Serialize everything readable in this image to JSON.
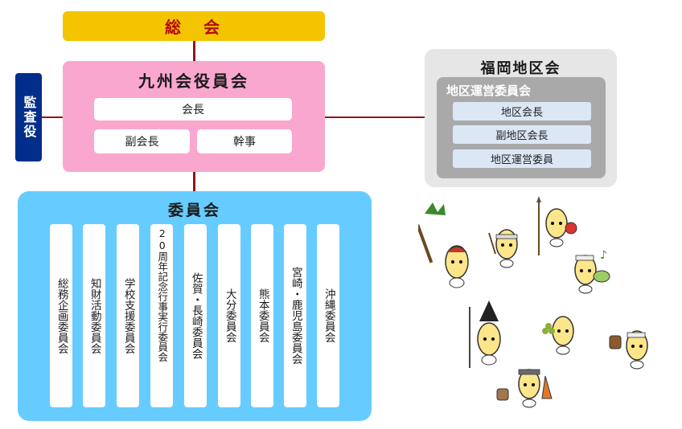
{
  "general_meeting": {
    "label": "総　会"
  },
  "auditor": {
    "label": "監査役"
  },
  "officers": {
    "title": "九州会役員会",
    "president": "会長",
    "vice_president": "副会長",
    "secretary": "幹事"
  },
  "district": {
    "title": "福岡地区会",
    "committee_title": "地区運営委員会",
    "members": [
      "地区会長",
      "副地区会長",
      "地区運営委員"
    ]
  },
  "committees": {
    "title": "委員会",
    "items": [
      "総務企画委員会",
      "知財活動委員会",
      "学校支援委員会",
      "20周年記念行事実行委員会",
      "佐賀・長崎委員会",
      "大分委員会",
      "熊本委員会",
      "宮崎・鹿児島委員会",
      "沖縄委員会"
    ]
  },
  "colors": {
    "general_meeting": "#f5c400",
    "officers": "#f9a7cf",
    "auditor": "#002e8a",
    "committees": "#66ccff",
    "district_outer": "#e6e6e6",
    "district_inner": "#a9a9a9",
    "connector": "#8b1a1a"
  },
  "illustration": {
    "icon": "mascot-characters-illustration"
  }
}
